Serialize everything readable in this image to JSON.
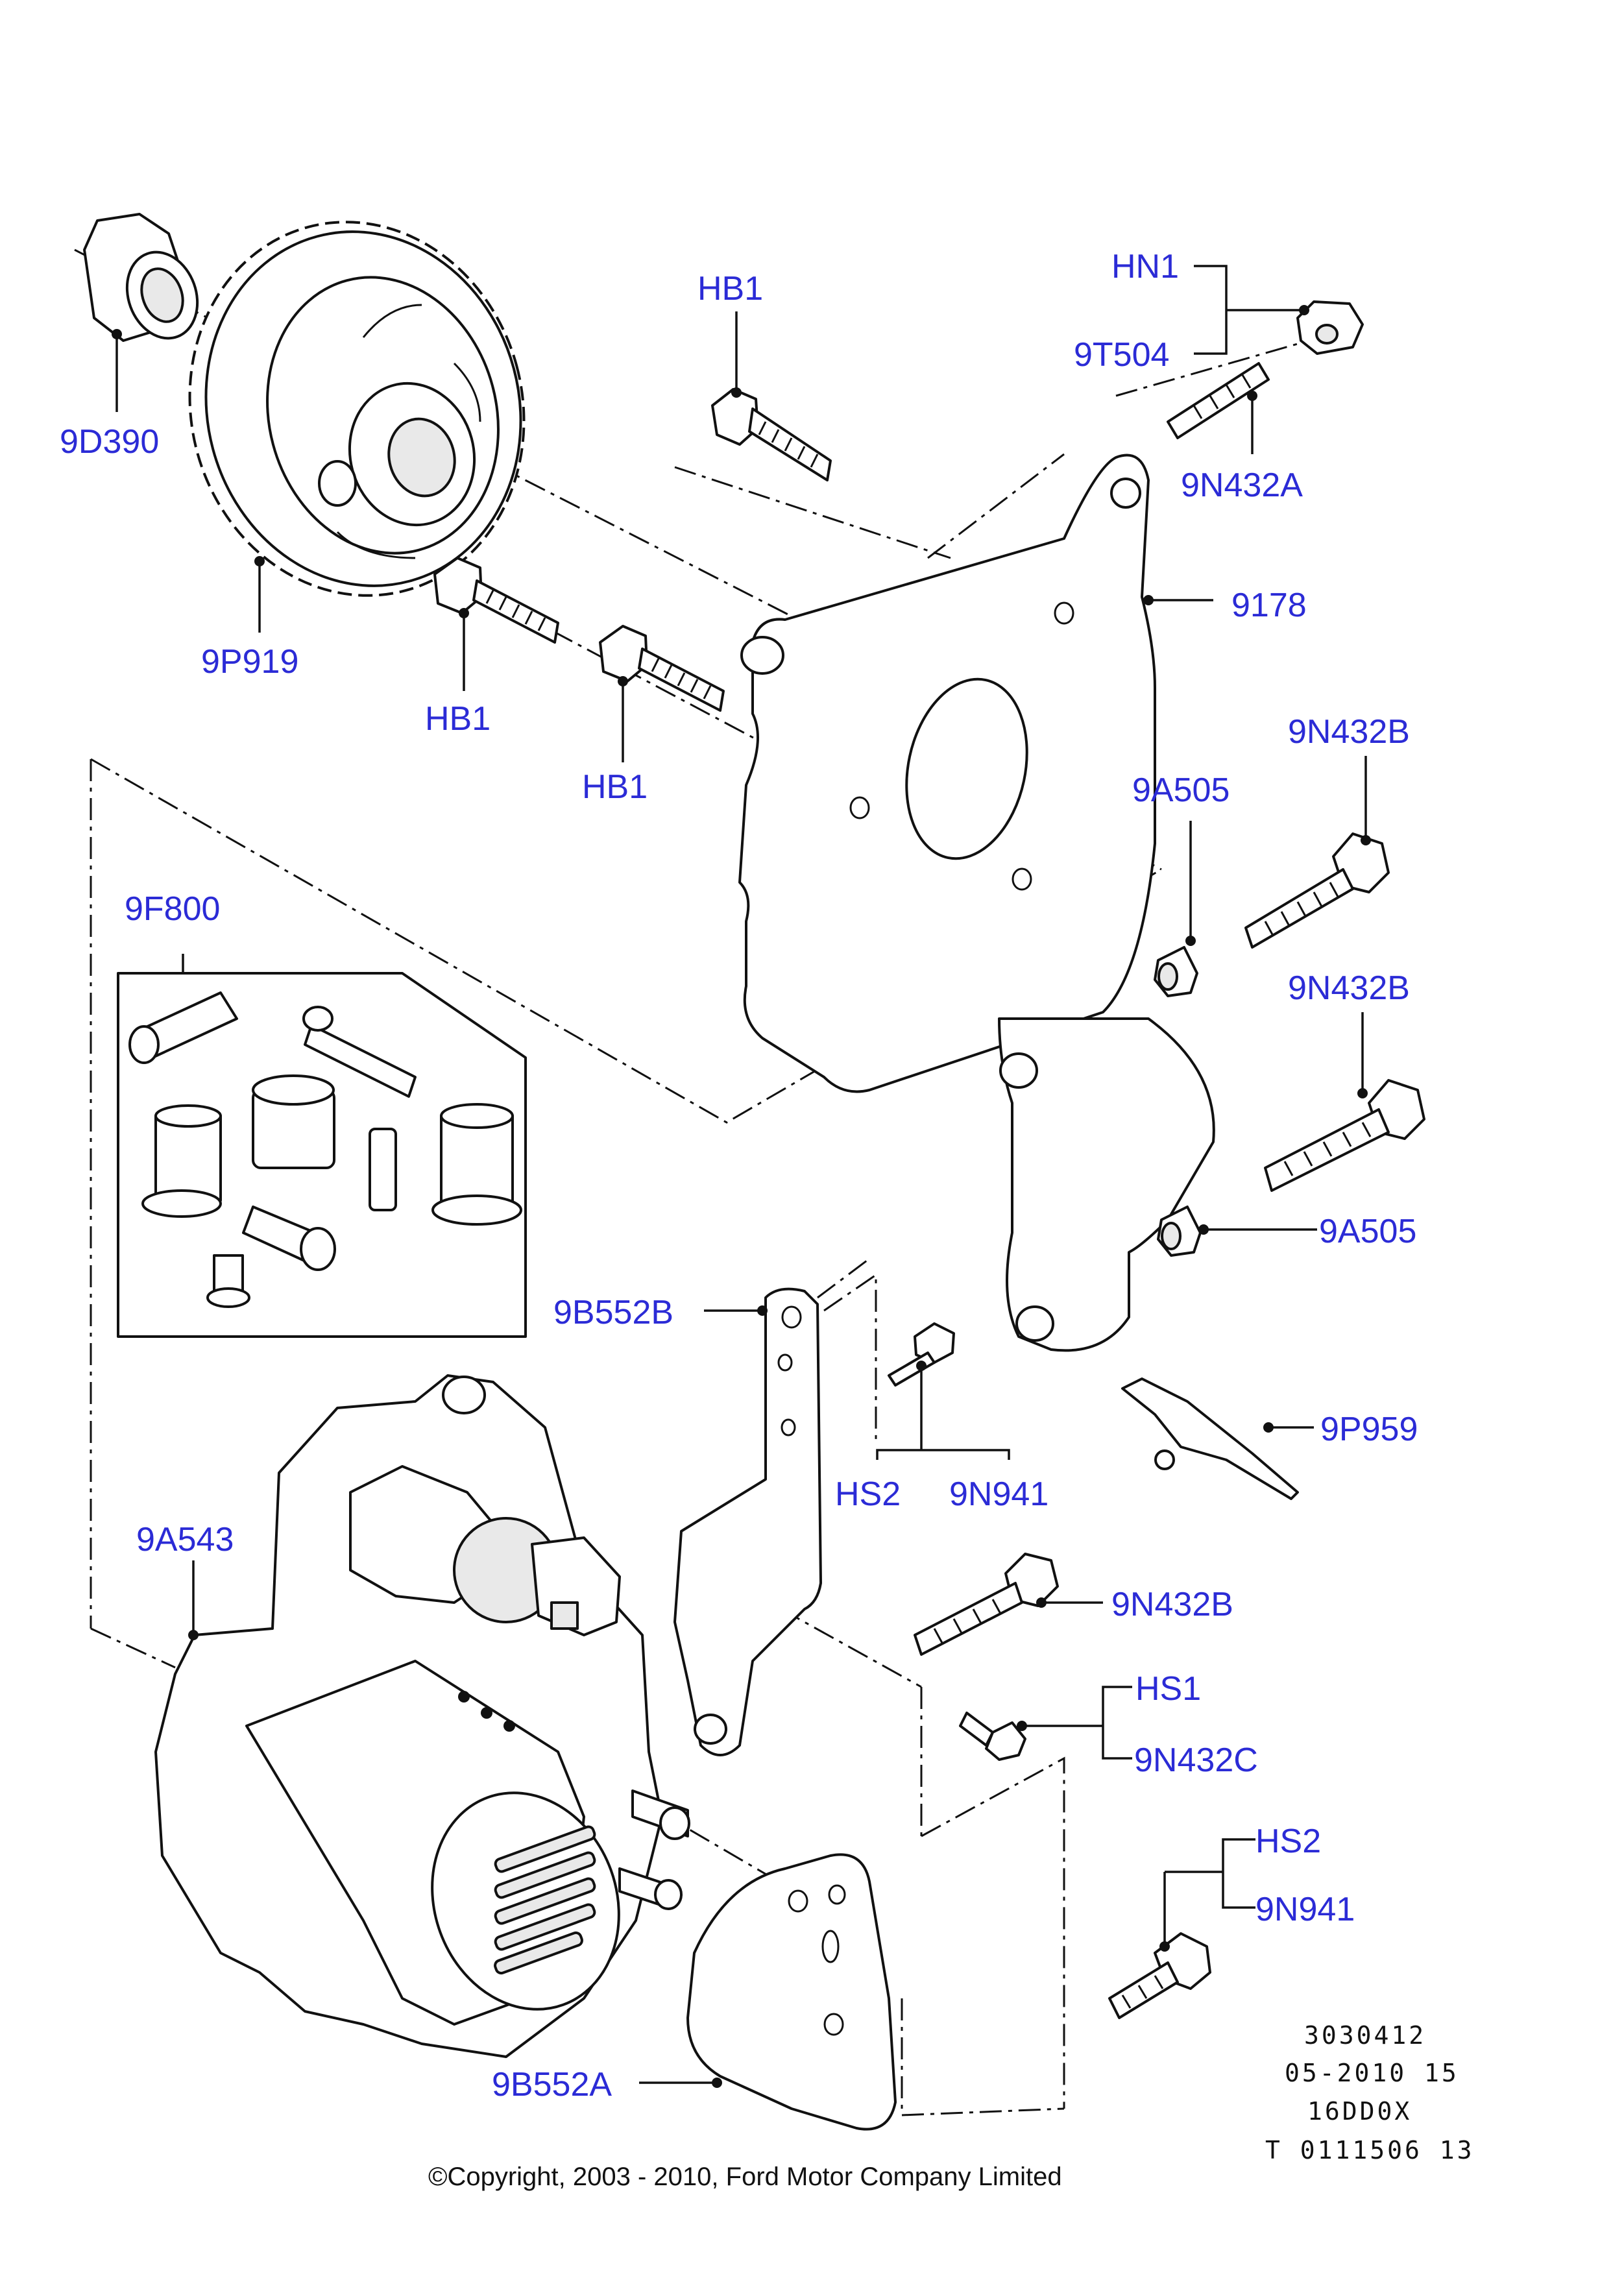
{
  "labels": {
    "l_9D390": "9D390",
    "l_9P919": "9P919",
    "l_HB1_top": "HB1",
    "l_HB1_mid": "HB1",
    "l_HB1_low": "HB1",
    "l_HN1": "HN1",
    "l_9T504": "9T504",
    "l_9N432A": "9N432A",
    "l_9178": "9178",
    "l_9N432B_1": "9N432B",
    "l_9A505_1": "9A505",
    "l_9N432B_2": "9N432B",
    "l_9A505_2": "9A505",
    "l_9F800": "9F800",
    "l_9B552B": "9B552B",
    "l_HS2_1": "HS2",
    "l_9N941_1": "9N941",
    "l_9P959": "9P959",
    "l_9A543": "9A543",
    "l_9N432B_3": "9N432B",
    "l_HS1": "HS1",
    "l_9N432C": "9N432C",
    "l_HS2_2": "HS2",
    "l_9N941_2": "9N941",
    "l_9B552A": "9B552A"
  },
  "codes": {
    "line1": "3030412",
    "line2": "05-2010 15",
    "line3": "16DD0X",
    "line4": "T 0111506 13"
  },
  "copyright": "©Copyright, 2003 - 2010, Ford Motor Company Limited",
  "colors": {
    "label": "#2b2bd6",
    "line": "#111111",
    "background": "#ffffff"
  }
}
